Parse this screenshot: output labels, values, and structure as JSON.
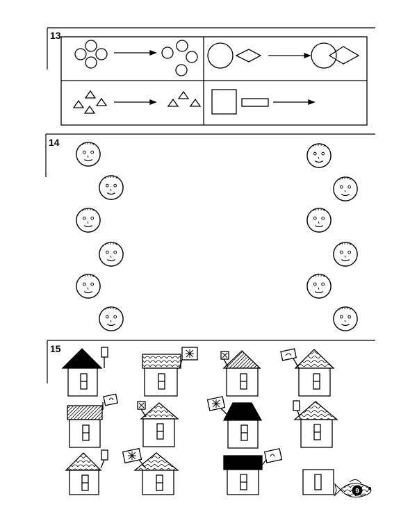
{
  "tasks": [
    {
      "number": "13"
    },
    {
      "number": "14"
    },
    {
      "number": "15"
    }
  ],
  "page_number": "9",
  "colors": {
    "ink": "#000000",
    "paper": "#ffffff"
  },
  "icons": {
    "task13": [
      "circle-cluster-icon",
      "arrow-right-icon",
      "circle-diamond-icon",
      "triangle-cluster-icon",
      "square-rectangle-icon"
    ],
    "task14": [
      "face-icon"
    ],
    "task15": [
      "house-icon",
      "flag-icon",
      "fish-icon"
    ]
  }
}
